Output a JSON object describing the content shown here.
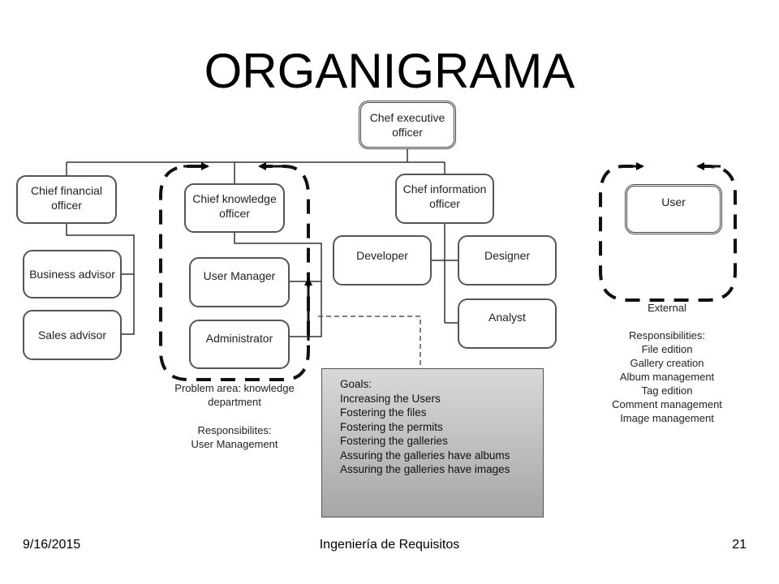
{
  "title": "ORGANIGRAMA",
  "nodes": {
    "ceo": "Chef executive officer",
    "cfo": "Chief financial officer",
    "cko": "Chief knowledge officer",
    "cio": "Chef information officer",
    "business_advisor": "Business advisor",
    "sales_advisor": "Sales advisor",
    "user_manager": "User Manager",
    "administrator": "Administrator",
    "developer": "Developer",
    "designer": "Designer",
    "analyst": "Analyst",
    "user": "User"
  },
  "problem_area": {
    "label": "Problem area: knowledge department",
    "responsibilities_title": "Responsibilites:",
    "responsibilities": [
      "User Management"
    ]
  },
  "goals": {
    "title": "Goals:",
    "items": [
      "Increasing the Users",
      "Fostering the files",
      "Fostering the permits",
      "Fostering the galleries",
      "Assuring the galleries have albums",
      "Assuring the galleries have images"
    ]
  },
  "external": {
    "label": "External",
    "responsibilities_title": "Responsibilities:",
    "responsibilities": [
      "File edition",
      "Gallery creation",
      "Album management",
      "Tag edition",
      "Comment management",
      "Image management"
    ]
  },
  "footer": {
    "date": "9/16/2015",
    "course": "Ingeniería de Requisitos",
    "page": "21"
  }
}
